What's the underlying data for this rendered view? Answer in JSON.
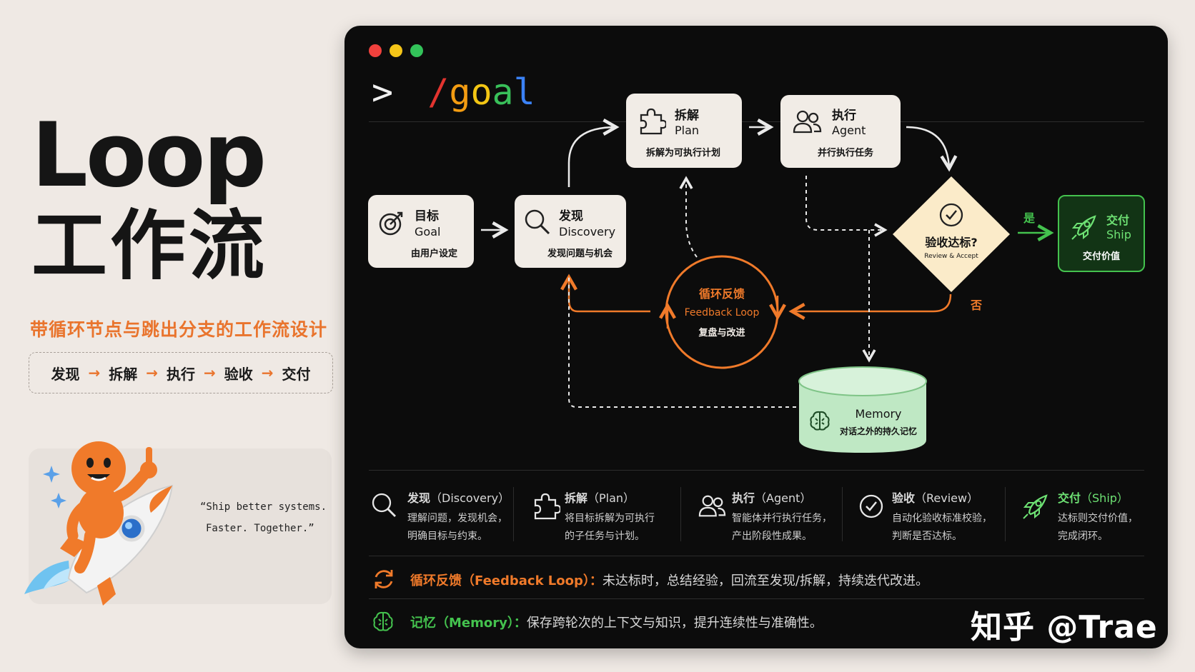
{
  "left": {
    "title_line1": "Loop",
    "title_line2": "工作流",
    "subtitle": "带循环节点与跳出分支的工作流设计",
    "flow_steps": [
      "发现",
      "拆解",
      "执行",
      "验收",
      "交付"
    ],
    "flow_arrow": "→",
    "quote_line1": "“Ship better systems.",
    "quote_line2": "Faster. Together.”"
  },
  "terminal": {
    "prompt_symbol": ">",
    "command": "/goal",
    "command_colors": [
      "#e3342f",
      "#f39c12",
      "#f3c614",
      "#39c05a",
      "#3b82f6"
    ]
  },
  "nodes": {
    "goal": {
      "zh": "目标",
      "en": "Goal",
      "desc": "由用户设定"
    },
    "discovery": {
      "zh": "发现",
      "en": "Discovery",
      "desc": "发现问题与机会"
    },
    "plan": {
      "zh": "拆解",
      "en": "Plan",
      "desc": "拆解为可执行计划"
    },
    "agent": {
      "zh": "执行",
      "en": "Agent",
      "desc": "并行执行任务"
    },
    "review": {
      "zh": "验收达标?",
      "en": "Review & Accept"
    },
    "ship": {
      "zh": "交付",
      "en": "Ship",
      "desc": "交付价值"
    },
    "feedback": {
      "zh": "循环反馈",
      "en": "Feedback Loop",
      "desc": "复盘与改进"
    },
    "memory": {
      "en": "Memory",
      "desc": "对话之外的持久记忆"
    },
    "yes_label": "是",
    "no_label": "否"
  },
  "legend": [
    {
      "zh": "发现",
      "en": "（Discovery）",
      "line1": "理解问题，发现机会，",
      "line2": "明确目标与约束。",
      "icon": "search-icon"
    },
    {
      "zh": "拆解",
      "en": "（Plan）",
      "line1": "将目标拆解为可执行",
      "line2": "的子任务与计划。",
      "icon": "puzzle-icon"
    },
    {
      "zh": "执行",
      "en": "（Agent）",
      "line1": "智能体并行执行任务，",
      "line2": "产出阶段性成果。",
      "icon": "users-icon"
    },
    {
      "zh": "验收",
      "en": "（Review）",
      "line1": "自动化验收标准校验，",
      "line2": "判断是否达标。",
      "icon": "check-circle-icon"
    },
    {
      "zh": "交付",
      "en": "（Ship）",
      "line1": "达标则交付价值，",
      "line2": "完成闭环。",
      "icon": "rocket-icon"
    }
  ],
  "footer": {
    "feedback_label": "循环反馈（Feedback Loop）：",
    "feedback_text": "未达标时，总结经验，回流至发现/拆解，持续迭代改进。",
    "memory_label": "记忆（Memory）：",
    "memory_text": "保存跨轮次的上下文与知识，提升连续性与准确性。",
    "watermark": "知乎 @Trae"
  },
  "colors": {
    "accent_orange": "#e9742d",
    "feedback_orange": "#f07a2a",
    "ship_green": "#44c24e",
    "memory_green": "#bfe8c4",
    "node_bg": "#f1ece6",
    "diamond_bg": "#fbebc9"
  }
}
